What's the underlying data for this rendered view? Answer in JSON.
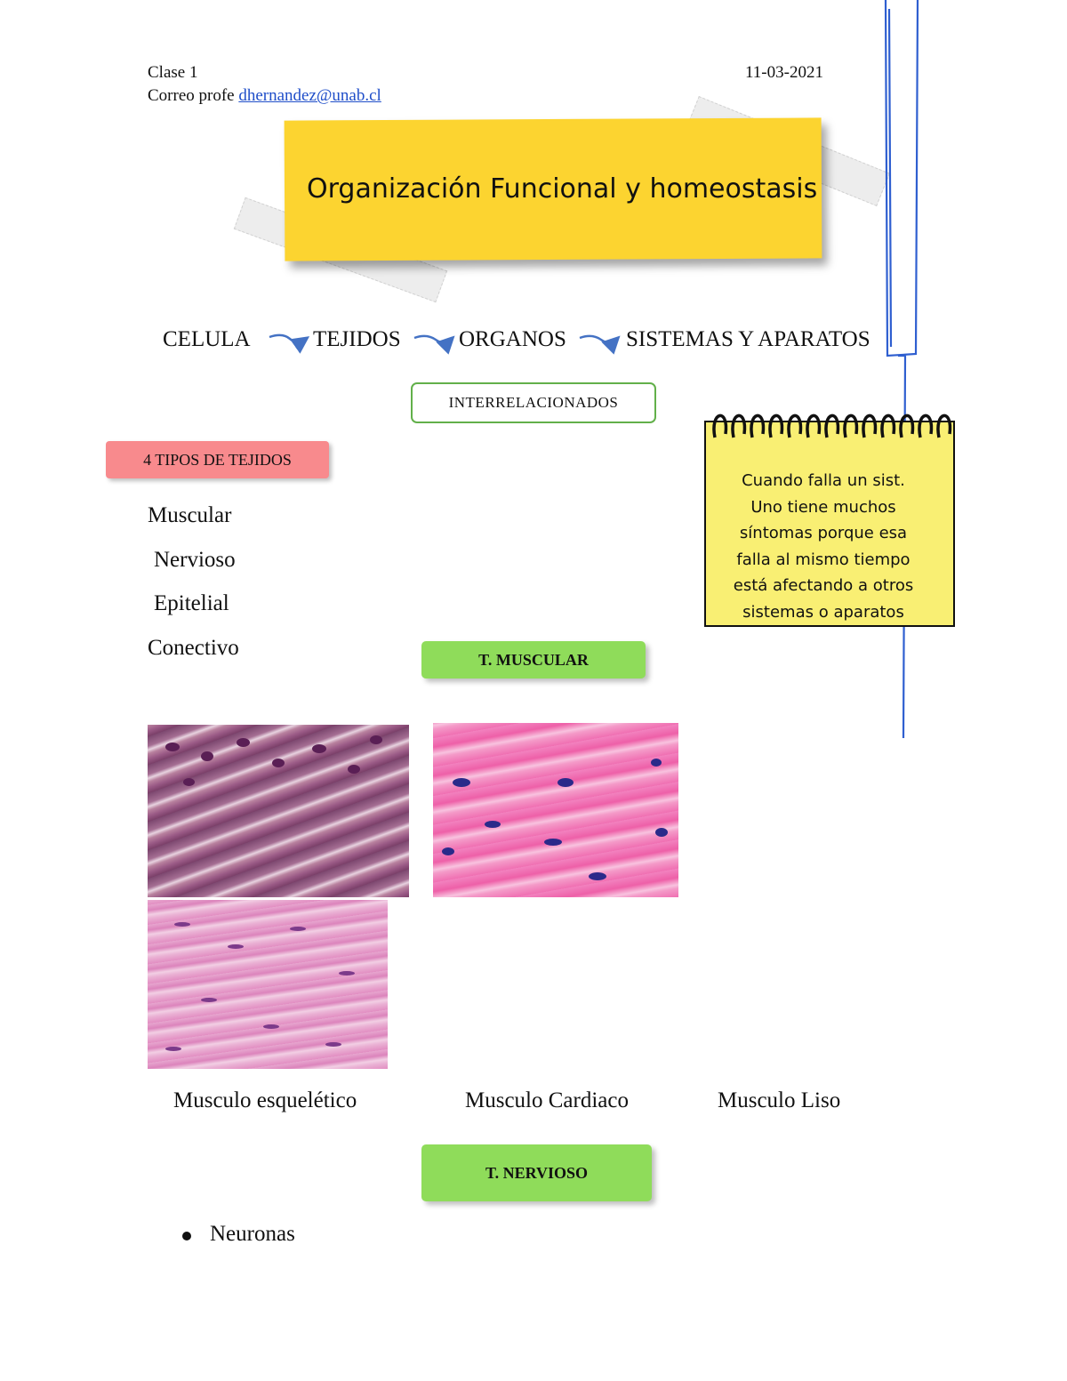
{
  "header": {
    "class_label": "Clase 1",
    "date": "11-03-2021",
    "email_label": "Correo profe",
    "email": "dhernandez@unab.cl"
  },
  "banner": {
    "title": "Organización Funcional y homeostasis"
  },
  "flow": {
    "steps": [
      "CELULA",
      "TEJIDOS",
      "ORGANOS",
      "SISTEMAS Y APARATOS"
    ],
    "arrow_color": "#4472c4"
  },
  "interrelated_label": "INTERRELACIONADOS",
  "tissue_types": {
    "heading": "4 TIPOS DE TEJIDOS",
    "items": [
      "Muscular",
      "Nervioso",
      "Epitelial",
      "Conectivo"
    ]
  },
  "note": {
    "lines": [
      "Cuando falla un sist.",
      "Uno tiene muchos",
      "síntomas porque esa",
      "falla al mismo tiempo",
      "está afectando a otros",
      "sistemas o aparatos"
    ]
  },
  "muscle_section": {
    "heading": "T. MUSCULAR",
    "captions": [
      "Musculo esquelético",
      "Musculo Cardiaco",
      "Musculo Liso"
    ],
    "images": [
      "skeletal-muscle-histology",
      "cardiac-muscle-histology",
      "smooth-muscle-histology"
    ]
  },
  "nerve_section": {
    "heading": "T. NERVIOSO",
    "bullets": [
      "Neuronas"
    ]
  },
  "colors": {
    "banner": "#fcd430",
    "green_label": "#8fdc5a",
    "pink_label": "#f88a8d",
    "note": "#f9ef73",
    "link": "#1f4ec9",
    "annotation_line": "#2f5fd0"
  }
}
